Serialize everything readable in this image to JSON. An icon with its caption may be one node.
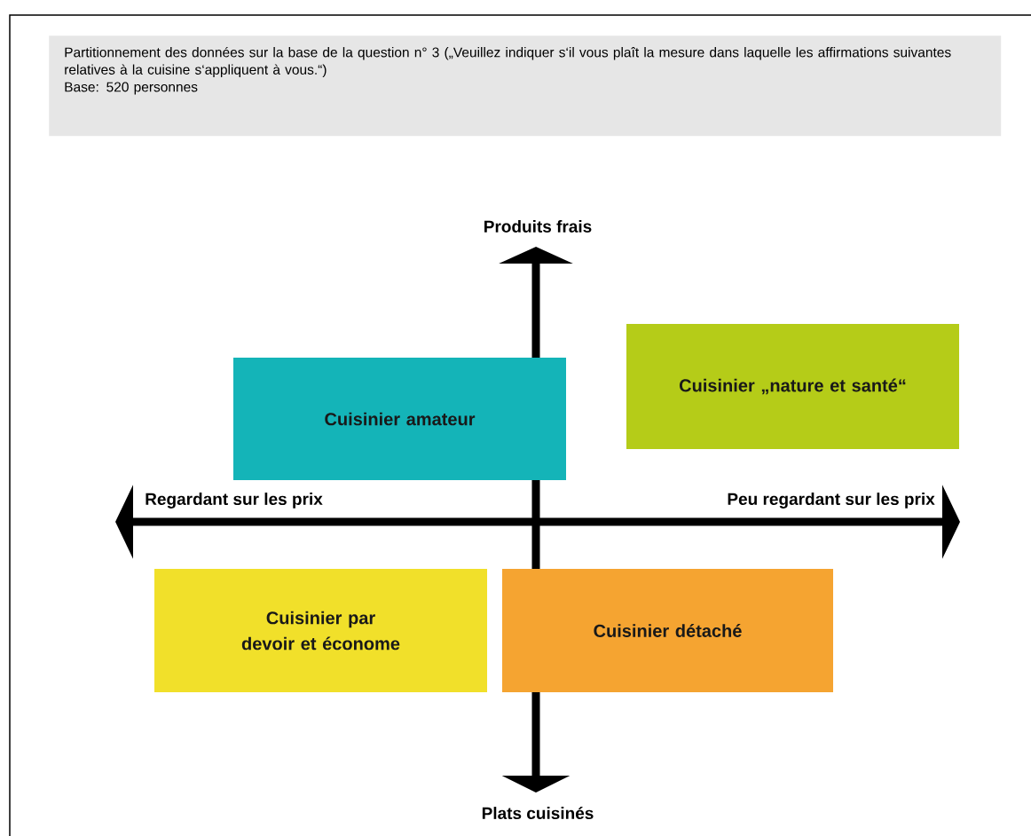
{
  "diagram": {
    "nodes": [
      {
        "text": [
          "Partitionnement des données sur la base de la question n° 3 („Veuillez indiquer s‘il vous plaît la mesure dans laquelle les affirmations suivantes relatives à la cuisine s‘appliquent à vous.“)",
          "Base: 520 personnes"
        ]
      },
      {
        "text": [
          "Cuisinier amateur"
        ]
      },
      {
        "text": [
          "Cuisinier „nature et santé“"
        ]
      },
      {
        "text": [
          "Cuisinier par devoir et économe"
        ]
      },
      {
        "text": [
          "Cuisinier détaché"
        ]
      }
    ],
    "labels": [
      "Produits frais",
      "Regardant sur les prix",
      "Peu regardant sur les prix",
      "Plats cuisinés"
    ]
  }
}
